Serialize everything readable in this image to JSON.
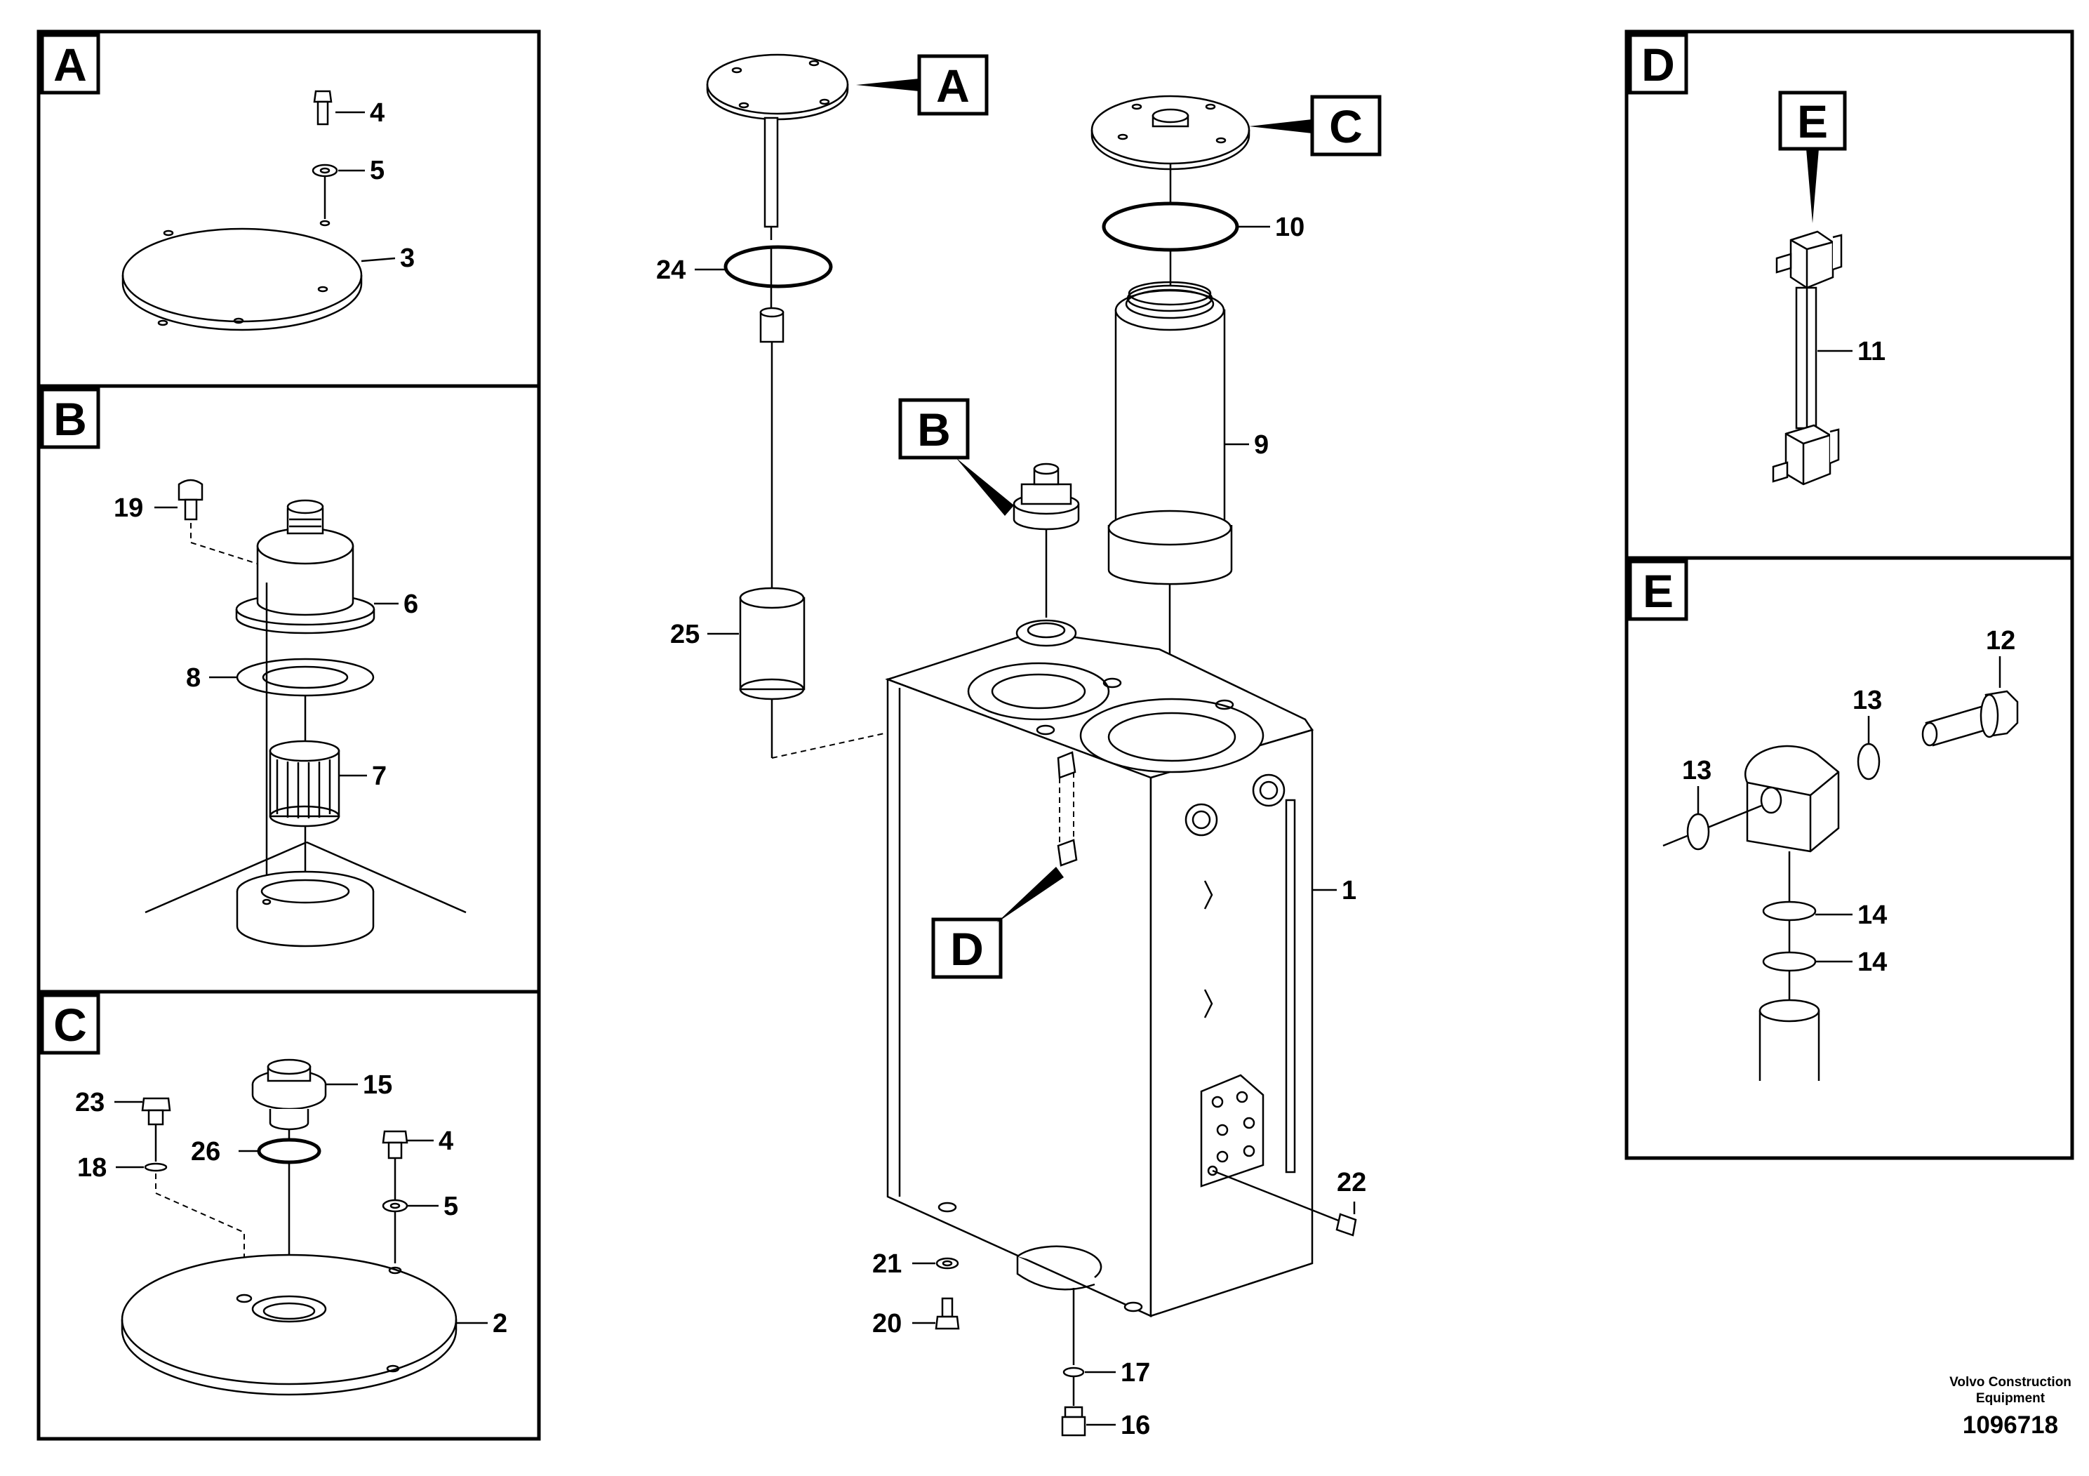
{
  "panels": {
    "a": {
      "letter": "A",
      "labels": [
        "4",
        "5",
        "3"
      ]
    },
    "b": {
      "letter": "B",
      "labels": [
        "19",
        "6",
        "8",
        "7"
      ]
    },
    "c": {
      "letter": "C",
      "labels": [
        "23",
        "15",
        "26",
        "4",
        "18",
        "5",
        "2"
      ]
    },
    "d": {
      "letter": "D",
      "callout": "E",
      "labels": [
        "11"
      ]
    },
    "e": {
      "letter": "E",
      "labels": [
        "12",
        "13",
        "13",
        "14",
        "14"
      ]
    }
  },
  "main": {
    "callouts": [
      "A",
      "C",
      "B",
      "D"
    ],
    "labels": [
      "24",
      "10",
      "9",
      "25",
      "1",
      "22",
      "21",
      "20",
      "17",
      "16"
    ]
  },
  "footer": {
    "credit_line1": "Volvo Construction",
    "credit_line2": "Equipment",
    "doc_number": "1096718"
  }
}
